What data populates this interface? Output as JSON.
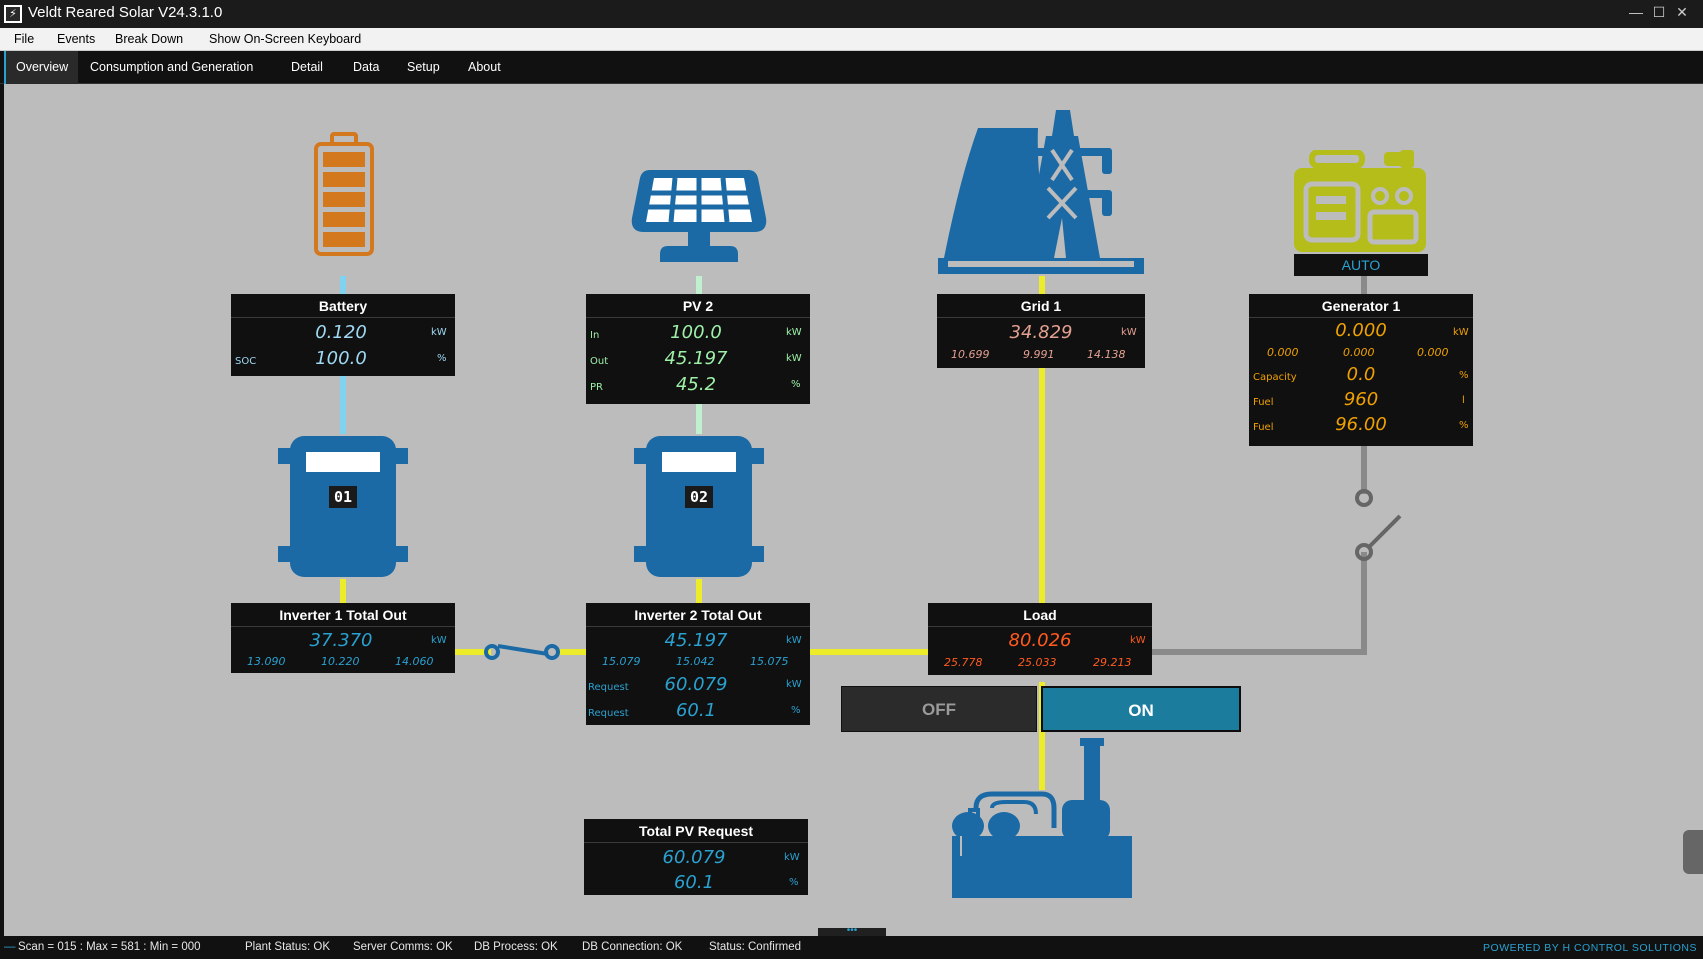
{
  "window": {
    "title": "Veldt Reared Solar V24.3.1.0",
    "app_icon": "lightning-bolt-icon",
    "controls": [
      "minimize-icon",
      "maximize-icon",
      "close-icon"
    ]
  },
  "menu": {
    "items": [
      "File",
      "Events",
      "Break Down",
      "Show On-Screen Keyboard"
    ]
  },
  "tabs": [
    "Overview",
    "Consumption and Generation",
    "Detail",
    "Data",
    "Setup",
    "About"
  ],
  "active_tab": "Overview",
  "colors": {
    "accent": "#2aa1d0",
    "equipment_blue": "#1b6aa5",
    "battery_orange": "#d4781e",
    "generator_yellow": "#b5bd1a",
    "canvas": "#bcbcbc",
    "ac_line": "#ecec2a",
    "battery_line": "#7fd3f0",
    "pv_line": "#bff0cf",
    "gen_line": "#8a8a8a"
  },
  "battery": {
    "icon": "battery-icon",
    "title": "Battery",
    "power": "0.120",
    "power_unit": "kW",
    "soc_label": "SOC",
    "soc": "100.0",
    "soc_unit": "%"
  },
  "pv": {
    "icon": "solar-panel-icon",
    "title": "PV 2",
    "in_label": "In",
    "in": "100.0",
    "in_unit": "kW",
    "out_label": "Out",
    "out": "45.197",
    "out_unit": "kW",
    "pr_label": "PR",
    "pr": "45.2",
    "pr_unit": "%"
  },
  "grid": {
    "icon": "power-plant-pylon-icon",
    "title": "Grid 1",
    "power": "34.829",
    "power_unit": "kW",
    "phases": [
      "10.699",
      "9.991",
      "14.138"
    ]
  },
  "generator": {
    "icon": "generator-icon",
    "mode": "AUTO",
    "title": "Generator 1",
    "power": "0.000",
    "power_unit": "kW",
    "phases": [
      "0.000",
      "0.000",
      "0.000"
    ],
    "capacity_label": "Capacity",
    "capacity": "0.0",
    "capacity_unit": "%",
    "fuel_label": "Fuel",
    "fuel": "960",
    "fuel_unit": "l",
    "fuel_pct_label": "Fuel",
    "fuel_pct": "96.00",
    "fuel_pct_unit": "%"
  },
  "inverter1": {
    "icon": "inverter-icon",
    "badge": "01",
    "title": "Inverter 1 Total Out",
    "power": "37.370",
    "power_unit": "kW",
    "phases": [
      "13.090",
      "10.220",
      "14.060"
    ]
  },
  "inverter2": {
    "icon": "inverter-icon",
    "badge": "02",
    "title": "Inverter 2 Total Out",
    "power": "45.197",
    "power_unit": "kW",
    "phases": [
      "15.079",
      "15.042",
      "15.075"
    ],
    "request_label": "Request",
    "request": "60.079",
    "request_unit": "kW",
    "request_pct_label": "Request",
    "request_pct": "60.1",
    "request_pct_unit": "%"
  },
  "load": {
    "icon": "factory-icon",
    "title": "Load",
    "power": "80.026",
    "power_unit": "kW",
    "phases": [
      "25.778",
      "25.033",
      "29.213"
    ]
  },
  "total_pv": {
    "title": "Total PV Request",
    "power": "60.079",
    "power_unit": "kW",
    "pct": "60.1",
    "pct_unit": "%"
  },
  "switch_control": {
    "off_label": "OFF",
    "on_label": "ON",
    "state": "ON"
  },
  "statusbar": {
    "scan": "Scan = 015 : Max = 581 : Min = 000",
    "plant_status": "Plant Status: OK",
    "server_comms": "Server Comms: OK",
    "db_process": "DB Process:  OK",
    "db_connection": "DB Connection:  OK",
    "status": "Status:  Confirmed",
    "powered_by": "POWERED BY H CONTROL SOLUTIONS",
    "handle_dots": "•••"
  }
}
